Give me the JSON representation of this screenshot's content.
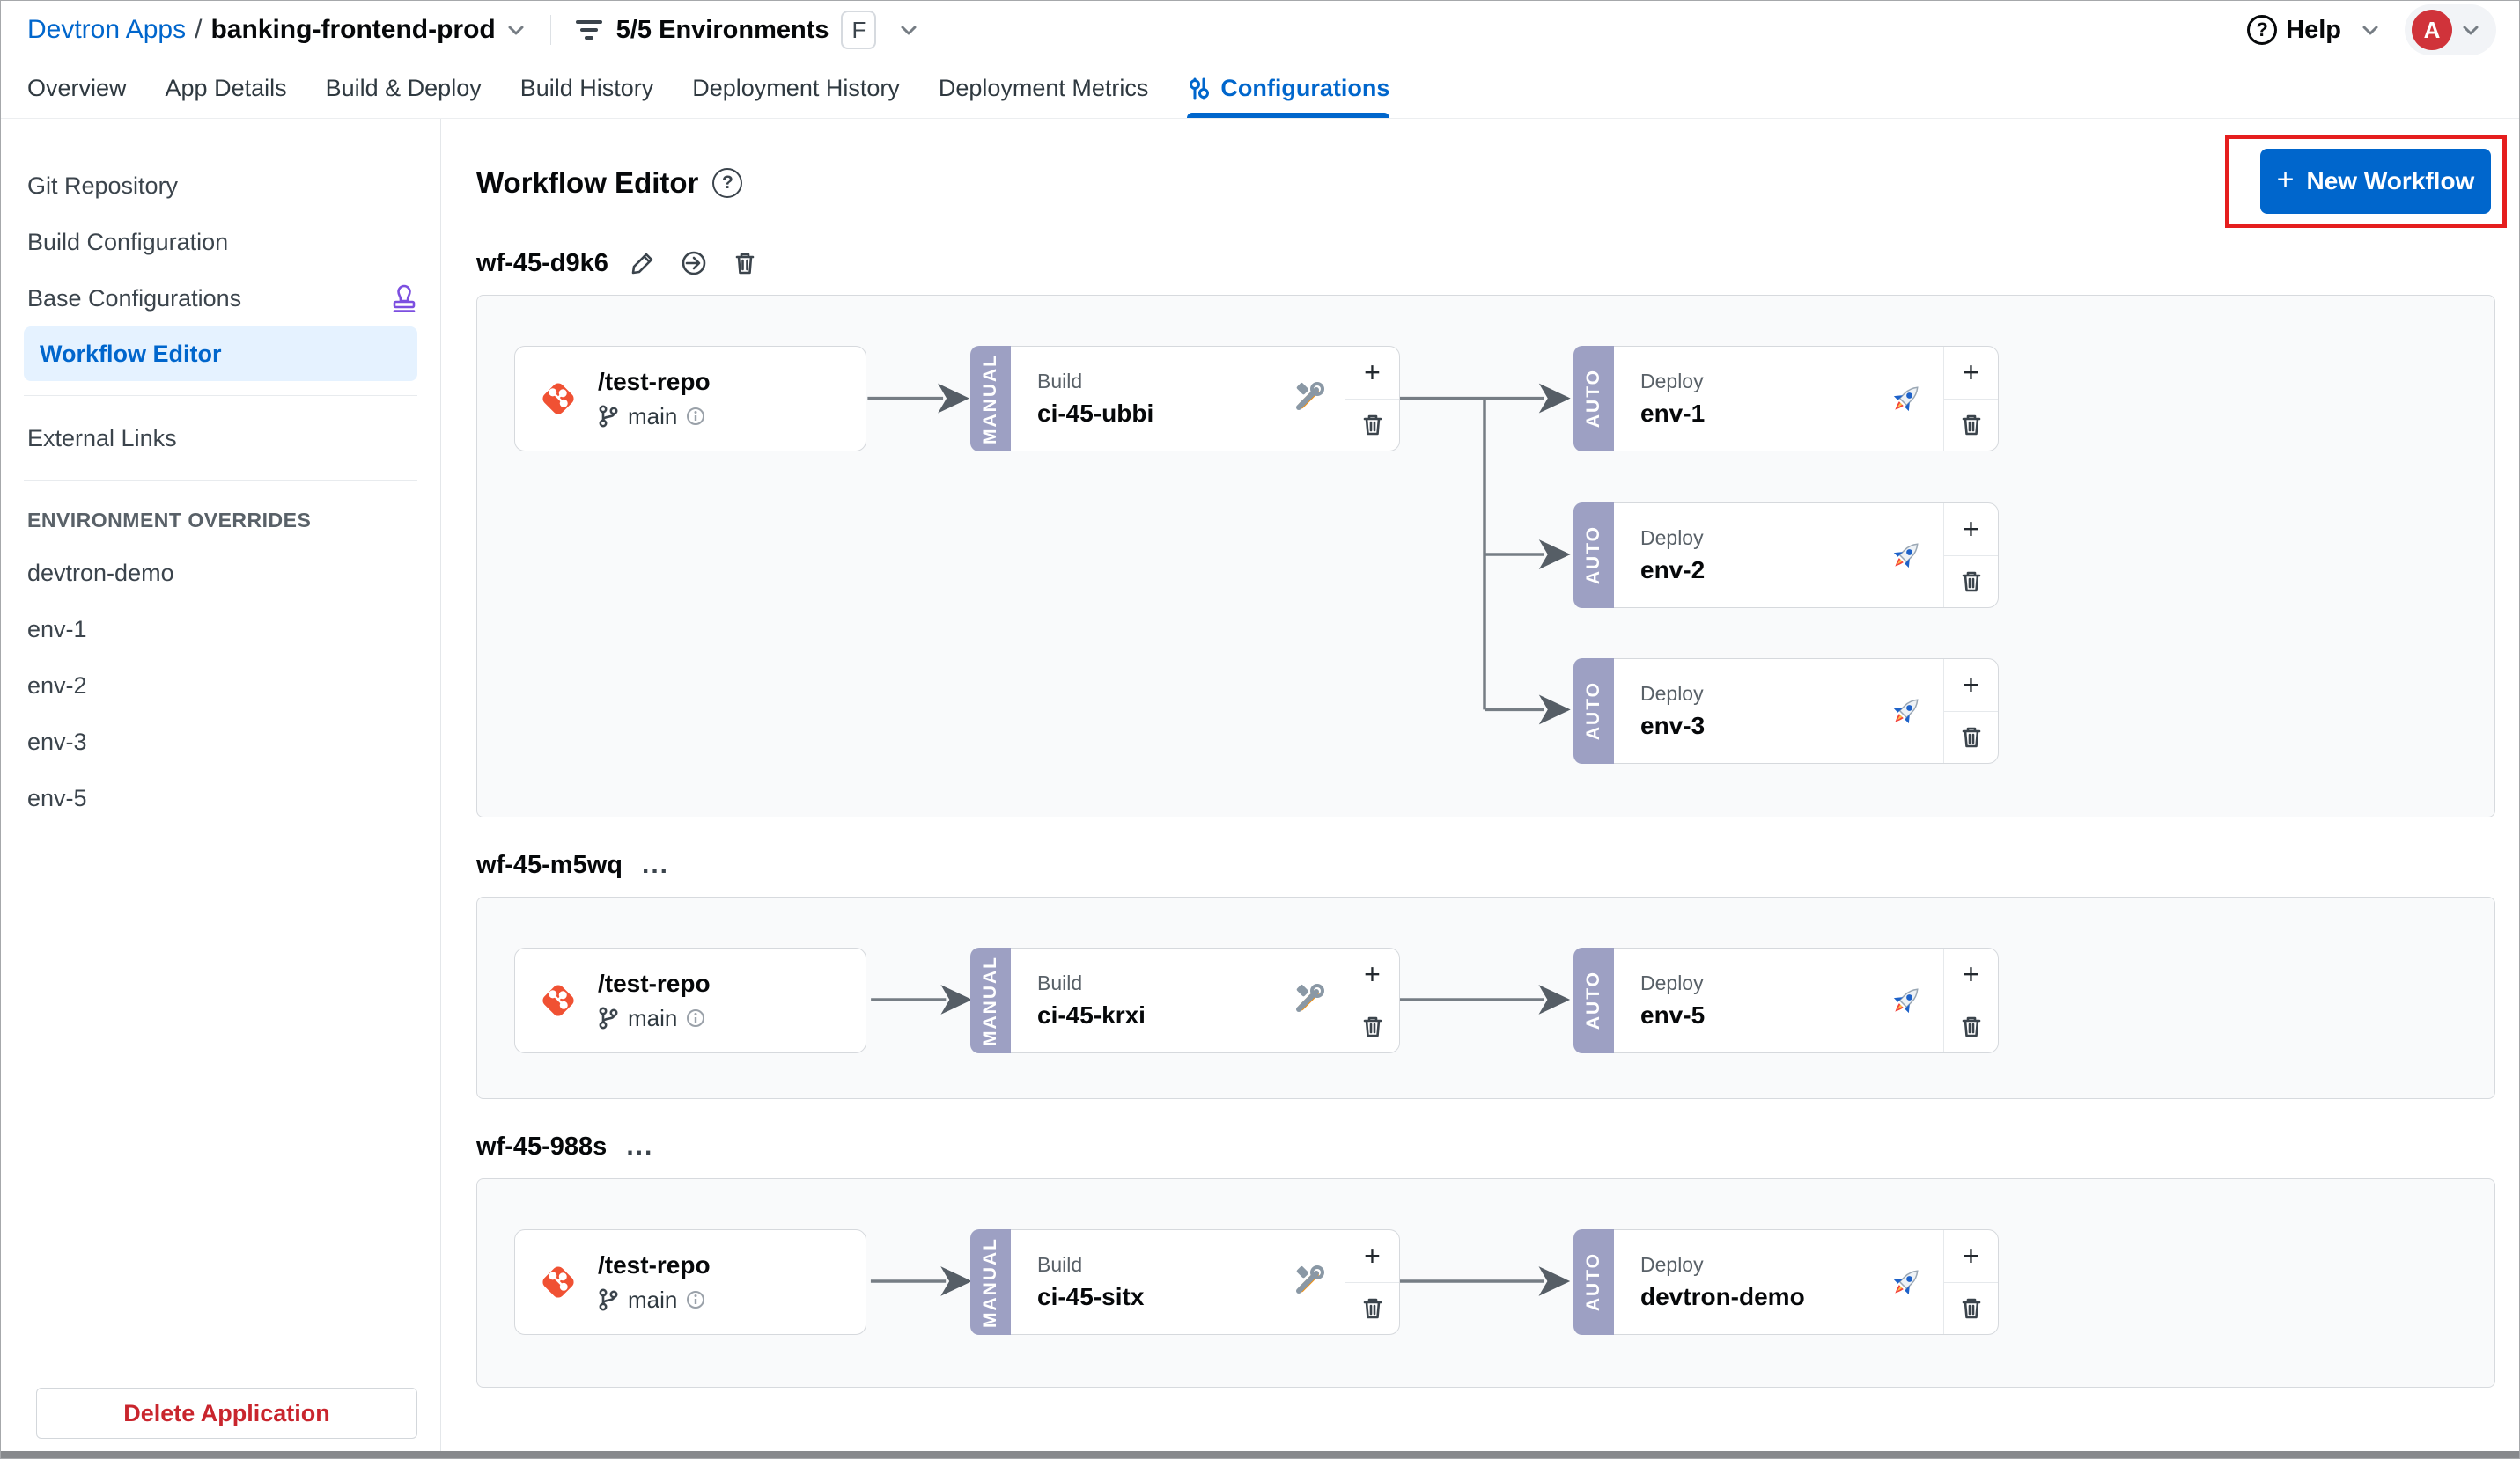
{
  "header": {
    "breadcrumb": {
      "root": "Devtron Apps",
      "separator": "/",
      "app": "banking-frontend-prod"
    },
    "env_selector": {
      "label": "5/5 Environments",
      "shortcut_key": "F"
    },
    "help_label": "Help",
    "avatar_initial": "A"
  },
  "tabs": {
    "items": [
      {
        "label": "Overview"
      },
      {
        "label": "App Details"
      },
      {
        "label": "Build & Deploy"
      },
      {
        "label": "Build History"
      },
      {
        "label": "Deployment History"
      },
      {
        "label": "Deployment Metrics"
      },
      {
        "label": "Configurations"
      }
    ],
    "active": "Configurations"
  },
  "sidebar": {
    "items": [
      {
        "label": "Git Repository"
      },
      {
        "label": "Build Configuration"
      },
      {
        "label": "Base Configurations",
        "has_stamp_icon": true
      },
      {
        "label": "Workflow Editor",
        "active": true
      },
      {
        "label": "External Links"
      }
    ],
    "overrides_title": "ENVIRONMENT OVERRIDES",
    "overrides": [
      {
        "label": "devtron-demo"
      },
      {
        "label": "env-1"
      },
      {
        "label": "env-2"
      },
      {
        "label": "env-3"
      },
      {
        "label": "env-5"
      }
    ],
    "delete_button": "Delete Application"
  },
  "main": {
    "title": "Workflow Editor",
    "new_workflow": {
      "plus": "+",
      "label": "New Workflow"
    },
    "annotation_color": "#e51e1e",
    "accent_color": "#0066cc"
  },
  "workflows": [
    {
      "name": "wf-45-d9k6",
      "source": {
        "repo": "/test-repo",
        "branch": "main"
      },
      "build": {
        "trigger": "MANUAL",
        "type_label": "Build",
        "name": "ci-45-ubbi"
      },
      "deploys": [
        {
          "trigger": "AUTO",
          "type_label": "Deploy",
          "name": "env-1"
        },
        {
          "trigger": "AUTO",
          "type_label": "Deploy",
          "name": "env-2"
        },
        {
          "trigger": "AUTO",
          "type_label": "Deploy",
          "name": "env-3"
        }
      ]
    },
    {
      "name": "wf-45-m5wq",
      "source": {
        "repo": "/test-repo",
        "branch": "main"
      },
      "build": {
        "trigger": "MANUAL",
        "type_label": "Build",
        "name": "ci-45-krxi"
      },
      "deploys": [
        {
          "trigger": "AUTO",
          "type_label": "Deploy",
          "name": "env-5"
        }
      ]
    },
    {
      "name": "wf-45-988s",
      "source": {
        "repo": "/test-repo",
        "branch": "main"
      },
      "build": {
        "trigger": "MANUAL",
        "type_label": "Build",
        "name": "ci-45-sitx"
      },
      "deploys": [
        {
          "trigger": "AUTO",
          "type_label": "Deploy",
          "name": "devtron-demo"
        }
      ]
    }
  ],
  "misc": {
    "ellipsis": "...",
    "plus": "+"
  }
}
